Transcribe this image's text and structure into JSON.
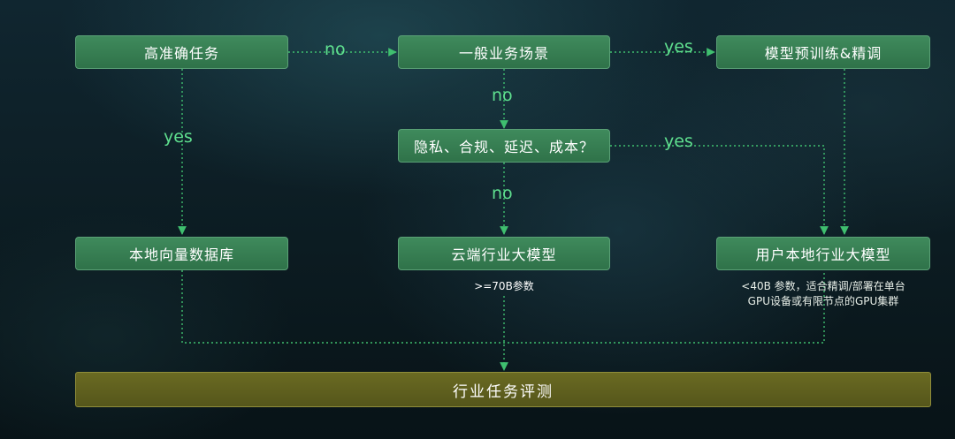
{
  "nodes": {
    "precise_task": "高准确任务",
    "general_scenario": "一般业务场景",
    "pretrain_finetune": "模型预训练&精调",
    "privacy_check": "隐私、合规、延迟、成本？",
    "local_vector_db": "本地向量数据库",
    "cloud_model": "云端行业大模型",
    "user_local_model": "用户本地行业大模型",
    "evaluation": "行业任务评测"
  },
  "edges": {
    "precise_to_general": "no",
    "general_to_pretrain": "yes",
    "general_to_privacy": "no",
    "precise_to_vector": "yes",
    "privacy_to_local": "yes",
    "privacy_to_cloud": "no"
  },
  "notes": {
    "cloud_params": ">=70B参数",
    "local_params_line1": "<40B 参数，适合精调/部署在单台",
    "local_params_line2": "GPU设备或有限节点的GPU集群"
  },
  "colors": {
    "node_fill": "#347a4e",
    "edge_line": "#3fbf6f",
    "edge_label": "#5fe08f",
    "bottom_bar": "#5f6020"
  }
}
